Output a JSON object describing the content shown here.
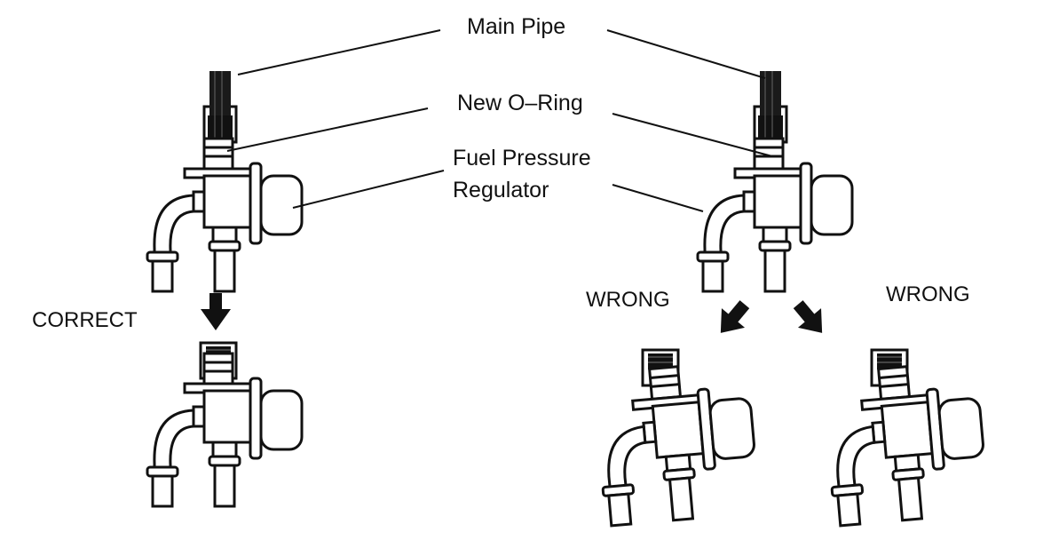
{
  "labels": {
    "main_pipe": "Main Pipe",
    "new_o_ring": "New O–Ring",
    "fuel_pressure_line1": "Fuel Pressure",
    "fuel_pressure_line2": "Regulator",
    "correct": "CORRECT",
    "wrong_left": "WRONG",
    "wrong_right": "WRONG"
  },
  "colors": {
    "ink": "#111111",
    "paper": "#ffffff"
  }
}
